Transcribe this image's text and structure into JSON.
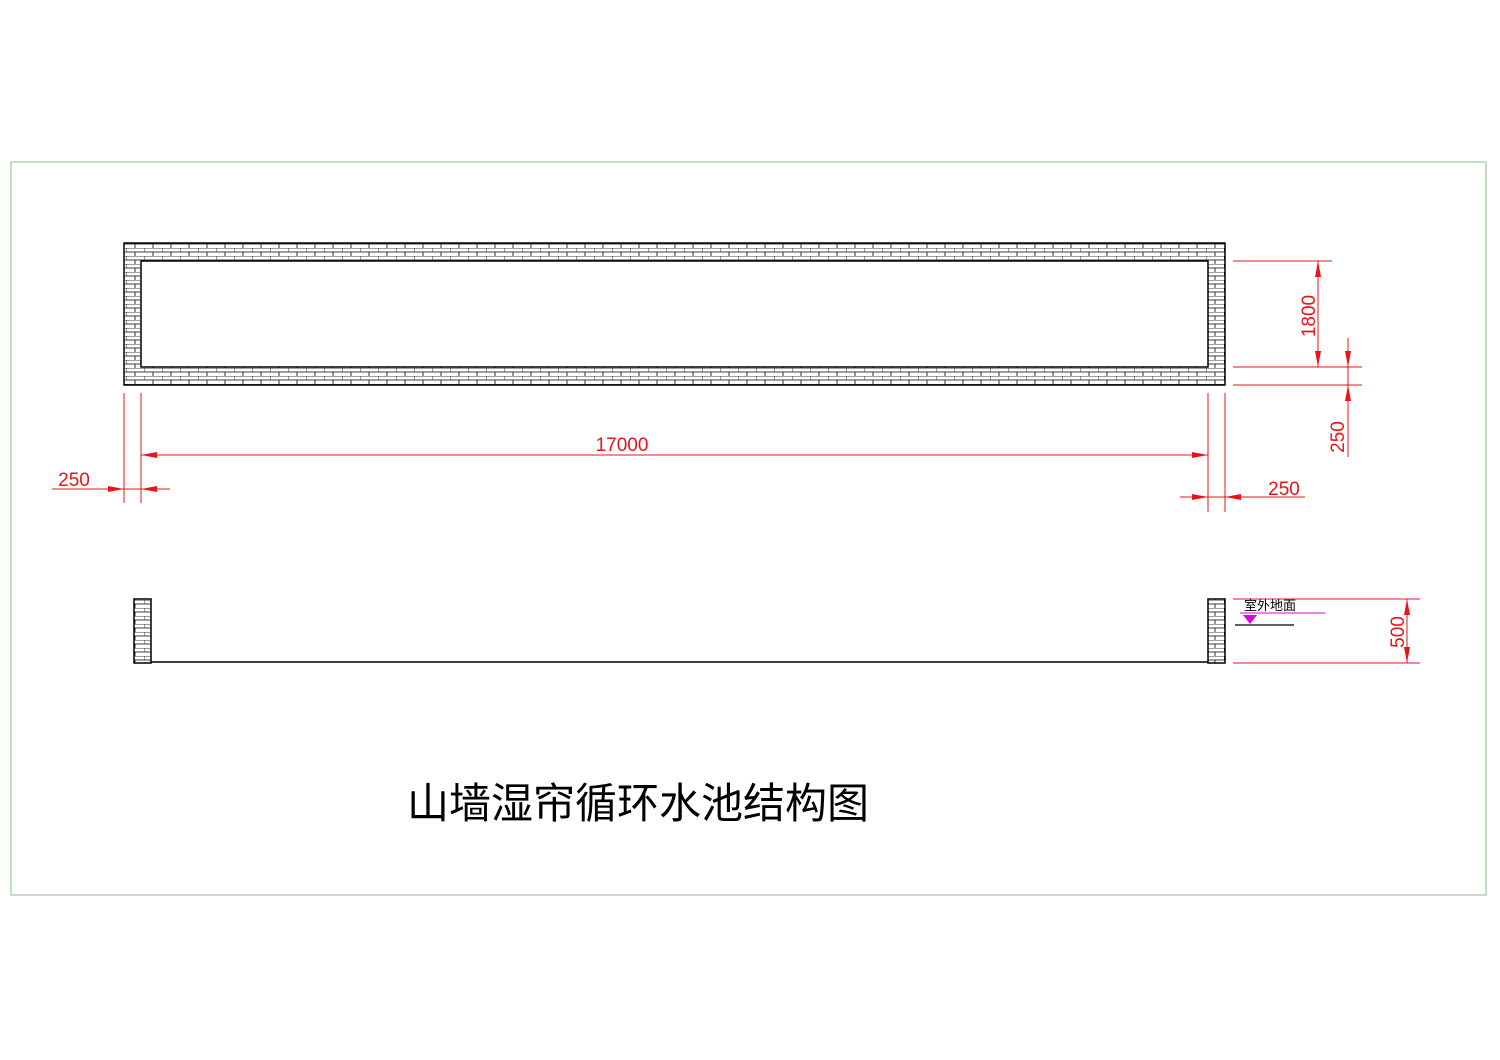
{
  "title": "山墙湿帘循环水池结构图",
  "dimensions": {
    "length": "17000",
    "width": "1800",
    "wall_bottom": "250",
    "wall_left": "250",
    "wall_right": "250",
    "depth": "500"
  },
  "labels": {
    "ground_level": "室外地面"
  },
  "colors": {
    "dimension": "#e8141b",
    "frame": "#9cc79a",
    "ground_marker": "#e000e0",
    "wall": "#000000"
  }
}
